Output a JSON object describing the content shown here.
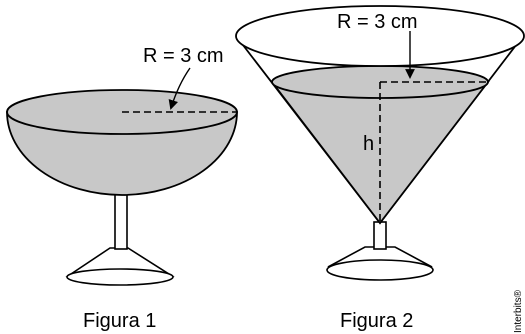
{
  "figure1": {
    "radius_label": "R = 3 cm",
    "caption": "Figura 1"
  },
  "figure2": {
    "radius_label": "R = 3 cm",
    "height_label": "h",
    "caption": "Figura 2"
  },
  "credit": "Interbits®",
  "colors": {
    "liquid": "#c8c8c8",
    "line": "#000000",
    "background": "#ffffff"
  }
}
